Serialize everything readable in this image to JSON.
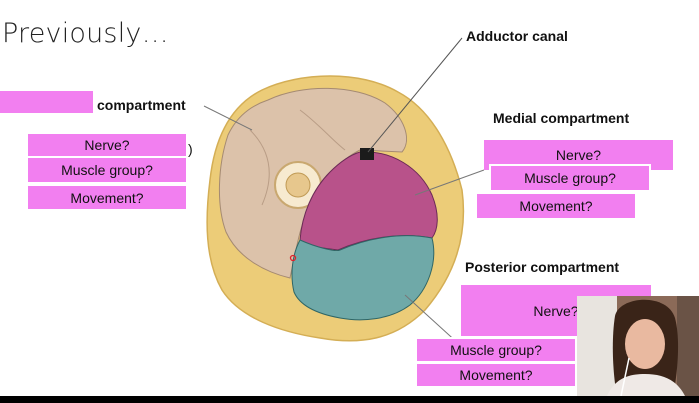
{
  "slide": {
    "title": "Previously…",
    "labels": {
      "anterior": "compartment",
      "adductor": "Adductor canal",
      "medial": "Medial compartment",
      "posterior": "Posterior compartment"
    },
    "anterior_boxes": {
      "nerve": "Nerve?",
      "muscle": "Muscle group?",
      "movement": "Movement?",
      "paren": ")"
    },
    "medial_boxes": {
      "nerve": "Nerve?",
      "muscle": "Muscle group?",
      "movement": "Movement?"
    },
    "posterior_boxes": {
      "nerve": "Nerve?",
      "muscle": "Muscle group?",
      "movement": "Movement?"
    }
  },
  "colors": {
    "box_fill": "#f27ff0",
    "anterior_muscle": "#dcc2aa",
    "medial_muscle": "#b8528a",
    "posterior_muscle": "#6fa9a8",
    "fat": "#eccc78"
  }
}
